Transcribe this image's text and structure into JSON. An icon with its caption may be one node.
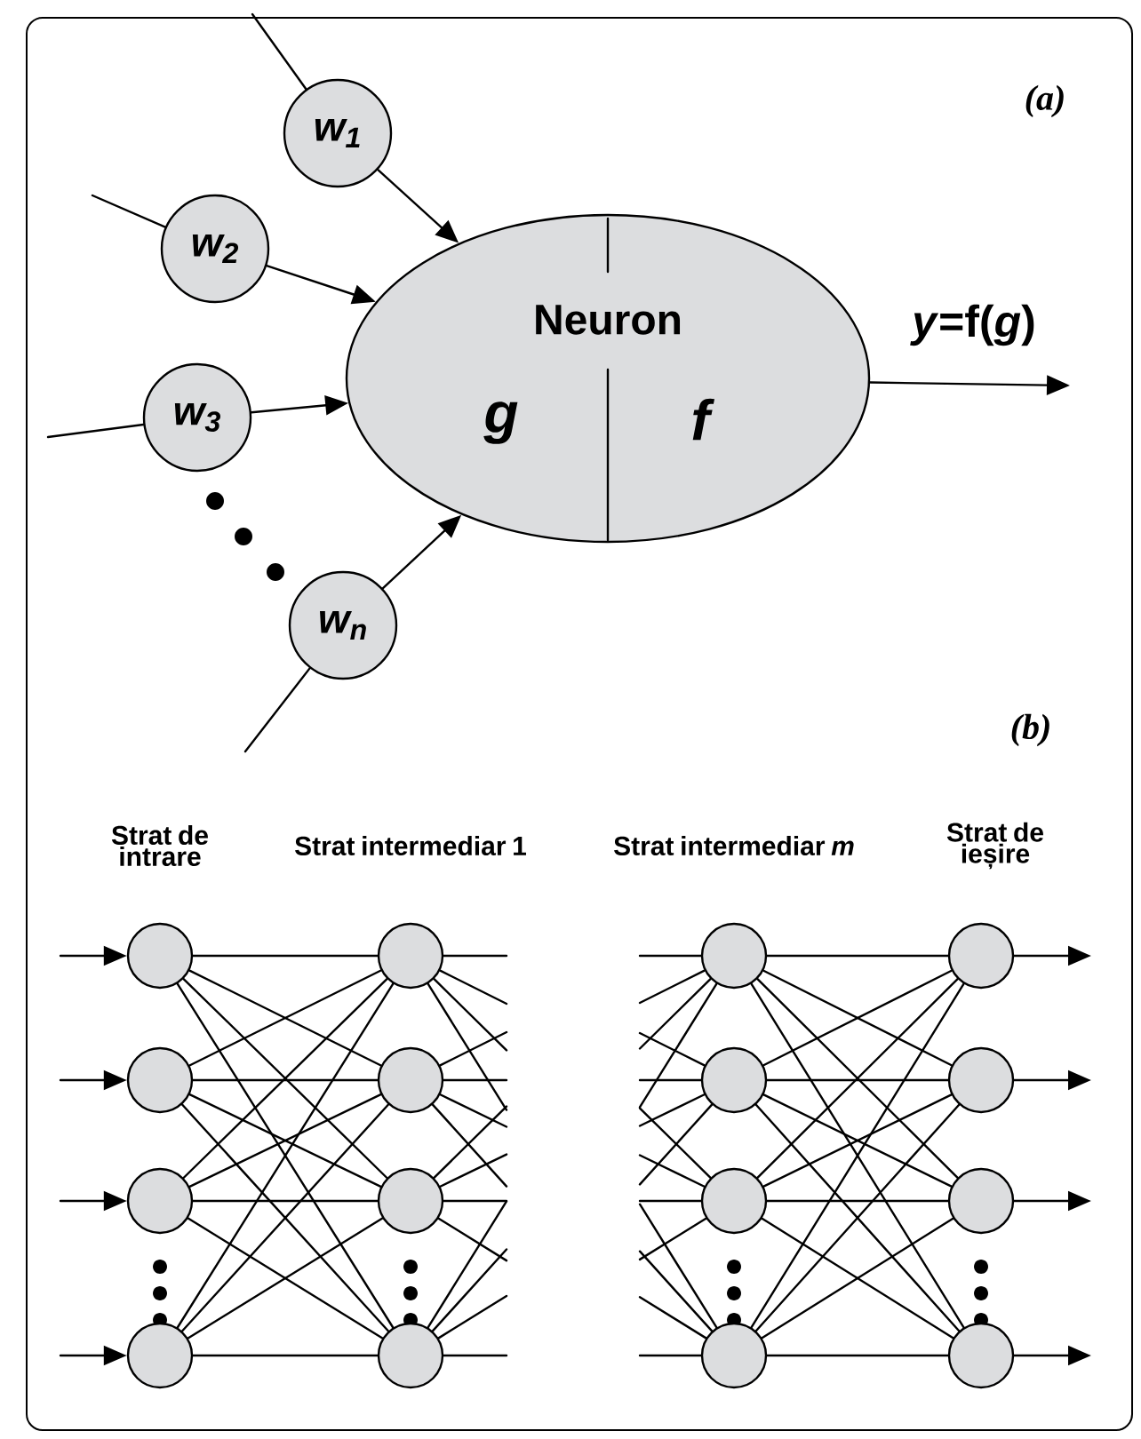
{
  "diagram": {
    "nodes": [
      {
        "text": [
          "w$_{1}$"
        ]
      },
      {
        "text": [
          "w$_{2}$"
        ]
      },
      {
        "text": [
          "w$_{3}$"
        ]
      },
      {
        "text": [
          "w$_{n}$"
        ]
      },
      {
        "text": [
          "Neuron",
          "g",
          "f"
        ]
      },
      {
        "text": [],
        "shape": "circle"
      },
      {
        "text": [],
        "shape": "circle"
      },
      {
        "text": [],
        "shape": "circle"
      },
      {
        "text": [],
        "shape": "circle"
      },
      {
        "text": [],
        "shape": "circle"
      },
      {
        "text": [],
        "shape": "circle"
      },
      {
        "text": [],
        "shape": "circle"
      },
      {
        "text": [],
        "shape": "circle"
      },
      {
        "text": [],
        "shape": "circle"
      },
      {
        "text": [],
        "shape": "circle"
      },
      {
        "text": [],
        "shape": "circle"
      },
      {
        "text": [],
        "shape": "circle"
      },
      {
        "text": [],
        "shape": "circle"
      },
      {
        "text": [],
        "shape": "circle"
      },
      {
        "text": [],
        "shape": "circle"
      },
      {
        "text": [],
        "shape": "circle"
      }
    ],
    "edges": [
      {
        "from": null,
        "to": 0,
        "arrow": "none"
      },
      {
        "from": null,
        "to": 1,
        "arrow": "none"
      },
      {
        "from": null,
        "to": 2,
        "arrow": "none"
      },
      {
        "from": null,
        "to": 3,
        "arrow": "none"
      },
      {
        "from": 0,
        "to": 4,
        "arrow": "to"
      },
      {
        "from": 1,
        "to": 4,
        "arrow": "to"
      },
      {
        "from": 2,
        "to": 4,
        "arrow": "to"
      },
      {
        "from": 3,
        "to": 4,
        "arrow": "to"
      },
      {
        "from": 4,
        "to": null,
        "arrow": "to",
        "label": "*y*=f(*g*)"
      },
      {
        "from": null,
        "to": 5,
        "arrow": "to"
      },
      {
        "from": null,
        "to": 6,
        "arrow": "to"
      },
      {
        "from": null,
        "to": 7,
        "arrow": "to"
      },
      {
        "from": null,
        "to": 8,
        "arrow": "to"
      },
      {
        "from": 5,
        "to": 9,
        "arrow": "none"
      },
      {
        "from": 5,
        "to": 10,
        "arrow": "none"
      },
      {
        "from": 5,
        "to": 11,
        "arrow": "none"
      },
      {
        "from": 5,
        "to": 12,
        "arrow": "none"
      },
      {
        "from": 6,
        "to": 9,
        "arrow": "none"
      },
      {
        "from": 6,
        "to": 10,
        "arrow": "none"
      },
      {
        "from": 6,
        "to": 11,
        "arrow": "none"
      },
      {
        "from": 6,
        "to": 12,
        "arrow": "none"
      },
      {
        "from": 7,
        "to": 9,
        "arrow": "none"
      },
      {
        "from": 7,
        "to": 10,
        "arrow": "none"
      },
      {
        "from": 7,
        "to": 11,
        "arrow": "none"
      },
      {
        "from": 7,
        "to": 12,
        "arrow": "none"
      },
      {
        "from": 8,
        "to": 9,
        "arrow": "none"
      },
      {
        "from": 8,
        "to": 10,
        "arrow": "none"
      },
      {
        "from": 8,
        "to": 11,
        "arrow": "none"
      },
      {
        "from": 8,
        "to": 12,
        "arrow": "none"
      },
      {
        "from": 9,
        "to": null,
        "arrow": "none"
      },
      {
        "from": 9,
        "to": null,
        "arrow": "none"
      },
      {
        "from": 9,
        "to": null,
        "arrow": "none"
      },
      {
        "from": 9,
        "to": null,
        "arrow": "none"
      },
      {
        "from": 10,
        "to": null,
        "arrow": "none"
      },
      {
        "from": 10,
        "to": null,
        "arrow": "none"
      },
      {
        "from": 10,
        "to": null,
        "arrow": "none"
      },
      {
        "from": 10,
        "to": null,
        "arrow": "none"
      },
      {
        "from": 11,
        "to": null,
        "arrow": "none"
      },
      {
        "from": 11,
        "to": null,
        "arrow": "none"
      },
      {
        "from": 11,
        "to": null,
        "arrow": "none"
      },
      {
        "from": 11,
        "to": null,
        "arrow": "none"
      },
      {
        "from": 12,
        "to": null,
        "arrow": "none"
      },
      {
        "from": 12,
        "to": null,
        "arrow": "none"
      },
      {
        "from": 12,
        "to": null,
        "arrow": "none"
      },
      {
        "from": 12,
        "to": null,
        "arrow": "none"
      },
      {
        "from": null,
        "to": 13,
        "arrow": "none"
      },
      {
        "from": null,
        "to": 13,
        "arrow": "none"
      },
      {
        "from": null,
        "to": 13,
        "arrow": "none"
      },
      {
        "from": null,
        "to": 13,
        "arrow": "none"
      },
      {
        "from": null,
        "to": 14,
        "arrow": "none"
      },
      {
        "from": null,
        "to": 14,
        "arrow": "none"
      },
      {
        "from": null,
        "to": 14,
        "arrow": "none"
      },
      {
        "from": null,
        "to": 14,
        "arrow": "none"
      },
      {
        "from": null,
        "to": 15,
        "arrow": "none"
      },
      {
        "from": null,
        "to": 15,
        "arrow": "none"
      },
      {
        "from": null,
        "to": 15,
        "arrow": "none"
      },
      {
        "from": null,
        "to": 15,
        "arrow": "none"
      },
      {
        "from": null,
        "to": 16,
        "arrow": "none"
      },
      {
        "from": null,
        "to": 16,
        "arrow": "none"
      },
      {
        "from": null,
        "to": 16,
        "arrow": "none"
      },
      {
        "from": null,
        "to": 16,
        "arrow": "none"
      },
      {
        "from": 13,
        "to": 17,
        "arrow": "none"
      },
      {
        "from": 13,
        "to": 18,
        "arrow": "none"
      },
      {
        "from": 13,
        "to": 19,
        "arrow": "none"
      },
      {
        "from": 13,
        "to": 20,
        "arrow": "none"
      },
      {
        "from": 14,
        "to": 17,
        "arrow": "none"
      },
      {
        "from": 14,
        "to": 18,
        "arrow": "none"
      },
      {
        "from": 14,
        "to": 19,
        "arrow": "none"
      },
      {
        "from": 14,
        "to": 20,
        "arrow": "none"
      },
      {
        "from": 15,
        "to": 17,
        "arrow": "none"
      },
      {
        "from": 15,
        "to": 18,
        "arrow": "none"
      },
      {
        "from": 15,
        "to": 19,
        "arrow": "none"
      },
      {
        "from": 15,
        "to": 20,
        "arrow": "none"
      },
      {
        "from": 16,
        "to": 17,
        "arrow": "none"
      },
      {
        "from": 16,
        "to": 18,
        "arrow": "none"
      },
      {
        "from": 16,
        "to": 19,
        "arrow": "none"
      },
      {
        "from": 16,
        "to": 20,
        "arrow": "none"
      },
      {
        "from": 17,
        "to": null,
        "arrow": "to"
      },
      {
        "from": 18,
        "to": null,
        "arrow": "to"
      },
      {
        "from": 19,
        "to": null,
        "arrow": "to"
      },
      {
        "from": 20,
        "to": null,
        "arrow": "to"
      }
    ],
    "labels": [
      "(a)",
      "(b)",
      "Strat de intrare",
      "Strat intermediar 1",
      "Strat intermediar *m*",
      "Strat de ieșire"
    ]
  }
}
